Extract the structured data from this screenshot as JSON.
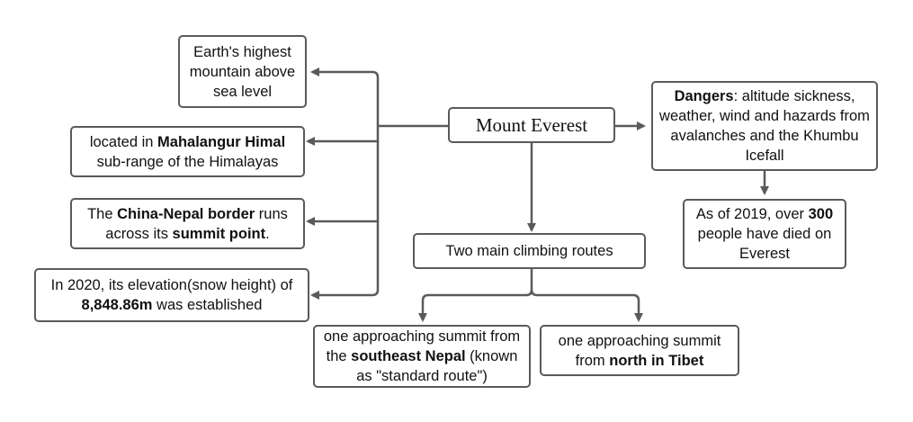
{
  "diagram": {
    "center": {
      "text": "Mount Everest"
    },
    "left": [
      {
        "segments": [
          {
            "text": "Earth's highest mountain above sea level",
            "bold": false
          }
        ]
      },
      {
        "segments": [
          {
            "text": "located in ",
            "bold": false
          },
          {
            "text": "Mahalangur Himal",
            "bold": true
          },
          {
            "text": " sub-range of the Himalayas",
            "bold": false
          }
        ]
      },
      {
        "segments": [
          {
            "text": "The ",
            "bold": false
          },
          {
            "text": "China-Nepal border",
            "bold": true
          },
          {
            "text": " runs across its ",
            "bold": false
          },
          {
            "text": "summit point",
            "bold": true
          },
          {
            "text": ".",
            "bold": false
          }
        ]
      },
      {
        "segments": [
          {
            "text": "In 2020, its elevation(snow height) of ",
            "bold": false
          },
          {
            "text": "8,848.86m",
            "bold": true
          },
          {
            "text": " was established",
            "bold": false
          }
        ]
      }
    ],
    "dangers": {
      "segments": [
        {
          "text": "Dangers",
          "bold": true
        },
        {
          "text": ": altitude sickness, weather, wind and hazards from avalanches and the Khumbu Icefall",
          "bold": false
        }
      ]
    },
    "deaths": {
      "segments": [
        {
          "text": "As of 2019, over ",
          "bold": false
        },
        {
          "text": "300",
          "bold": true
        },
        {
          "text": " people have died on Everest",
          "bold": false
        }
      ]
    },
    "routes": {
      "title": "Two main climbing routes",
      "southeast": {
        "segments": [
          {
            "text": "one approaching summit from the ",
            "bold": false
          },
          {
            "text": "southeast Nepal",
            "bold": true
          },
          {
            "text": " (known as \"standard route\")",
            "bold": false
          }
        ]
      },
      "north": {
        "segments": [
          {
            "text": "one approaching summit from ",
            "bold": false
          },
          {
            "text": "north in Tibet",
            "bold": true
          }
        ]
      }
    }
  }
}
